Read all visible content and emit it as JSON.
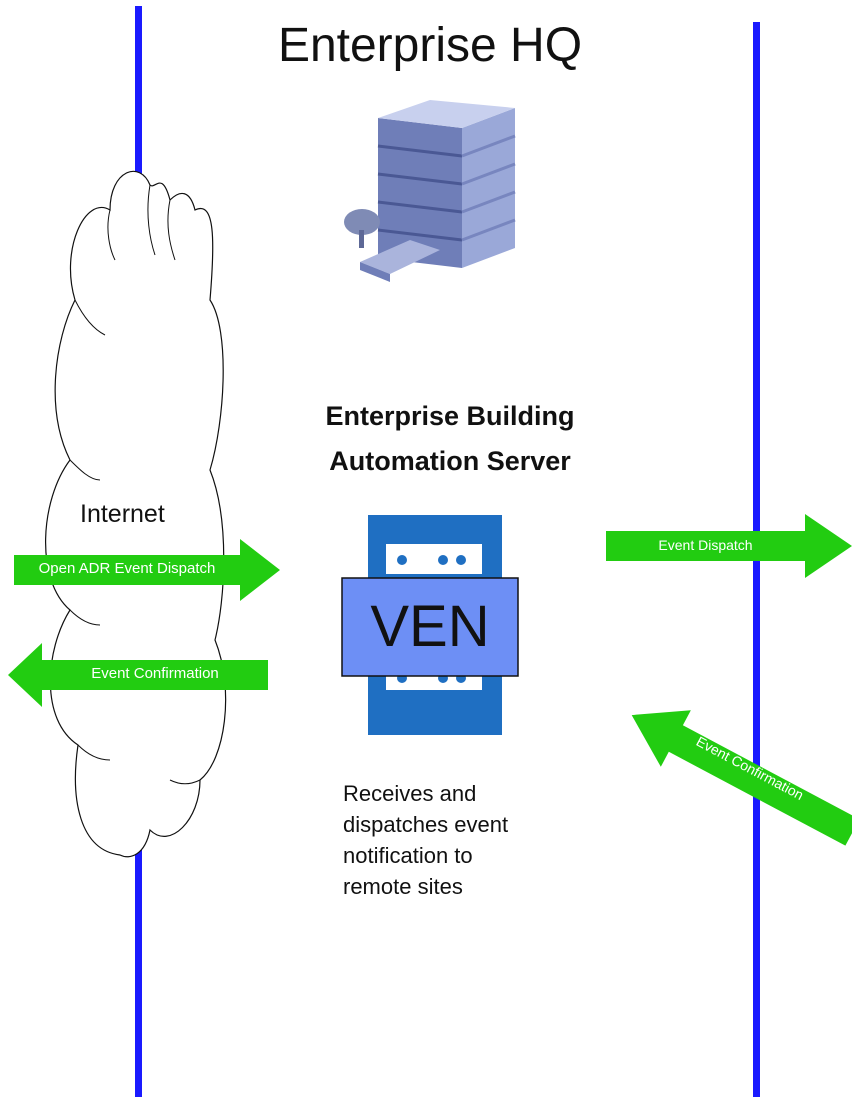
{
  "title": "Enterprise HQ",
  "server_heading_line1": "Enterprise Building",
  "server_heading_line2": "Automation Server",
  "cloud_label": "Internet",
  "ven_label": "VEN",
  "description": {
    "line1": "Receives and",
    "line2": "dispatches event",
    "line3": "notification to",
    "line4": "remote sites"
  },
  "arrows": {
    "open_adr_dispatch": "Open ADR Event Dispatch",
    "event_confirmation_left": "Event Confirmation",
    "event_dispatch": "Event Dispatch",
    "event_confirmation_right": "Event Confirmation"
  },
  "icons": {
    "building": "office-building-icon",
    "cloud": "internet-cloud-icon",
    "ven": "server-rack-icon"
  },
  "colors": {
    "line": "#1a1aff",
    "arrow": "#22cc11",
    "ven_outer": "#1f6fc2",
    "ven_inner": "#6d8ff5"
  }
}
